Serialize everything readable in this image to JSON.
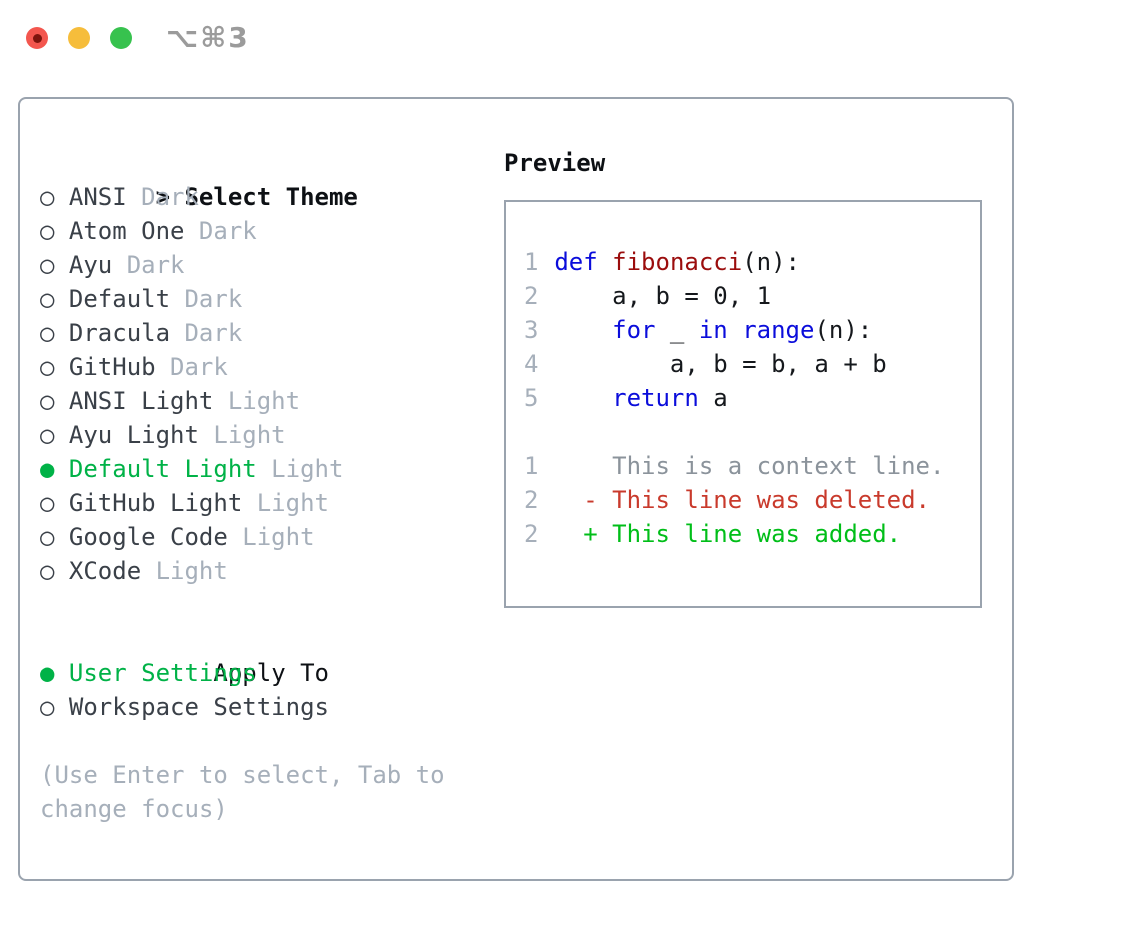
{
  "titlebar": {
    "shortcut": "⌥⌘3"
  },
  "icons": {
    "radio_unselected": "○",
    "radio_selected": "●",
    "focus_caret": ">"
  },
  "theme_list": {
    "header_marker": ">",
    "header": "Select Theme",
    "items": [
      {
        "name": "ANSI",
        "variant": "Dark",
        "selected": false
      },
      {
        "name": "Atom One",
        "variant": "Dark",
        "selected": false
      },
      {
        "name": "Ayu",
        "variant": "Dark",
        "selected": false
      },
      {
        "name": "Default",
        "variant": "Dark",
        "selected": false
      },
      {
        "name": "Dracula",
        "variant": "Dark",
        "selected": false
      },
      {
        "name": "GitHub",
        "variant": "Dark",
        "selected": false
      },
      {
        "name": "ANSI Light",
        "variant": "Light",
        "selected": false
      },
      {
        "name": "Ayu Light",
        "variant": "Light",
        "selected": false
      },
      {
        "name": "Default Light",
        "variant": "Light",
        "selected": true
      },
      {
        "name": "GitHub Light",
        "variant": "Light",
        "selected": false
      },
      {
        "name": "Google Code",
        "variant": "Light",
        "selected": false
      },
      {
        "name": "XCode",
        "variant": "Light",
        "selected": false
      }
    ]
  },
  "apply_to": {
    "header": "Apply To",
    "options": [
      {
        "label": "User Settings",
        "selected": true
      },
      {
        "label": "Workspace Settings",
        "selected": false
      }
    ]
  },
  "help_text": "(Use Enter to select, Tab to change focus)",
  "preview": {
    "header": "Preview",
    "lines": [
      {
        "num": "1",
        "tokens": [
          [
            "kw",
            "def"
          ],
          [
            "plain",
            " "
          ],
          [
            "fn",
            "fibonacci"
          ],
          [
            "plain",
            "(n):"
          ]
        ]
      },
      {
        "num": "2",
        "tokens": [
          [
            "plain",
            "    a, b = 0, 1"
          ]
        ]
      },
      {
        "num": "3",
        "tokens": [
          [
            "plain",
            "    "
          ],
          [
            "kw",
            "for"
          ],
          [
            "plain",
            " _ "
          ],
          [
            "kw",
            "in"
          ],
          [
            "plain",
            " "
          ],
          [
            "kw",
            "range"
          ],
          [
            "plain",
            "(n):"
          ]
        ]
      },
      {
        "num": "4",
        "tokens": [
          [
            "plain",
            "        a, b = b, a + b"
          ]
        ]
      },
      {
        "num": "5",
        "tokens": [
          [
            "plain",
            "    "
          ],
          [
            "kw",
            "return"
          ],
          [
            "plain",
            " a"
          ]
        ]
      },
      {
        "num": "",
        "tokens": []
      },
      {
        "num": "1",
        "tokens": [
          [
            "ctx",
            "    This is a context line."
          ]
        ]
      },
      {
        "num": "2",
        "tokens": [
          [
            "del",
            "  - This line was deleted."
          ]
        ]
      },
      {
        "num": "2",
        "tokens": [
          [
            "add",
            "  + This line was added."
          ]
        ]
      }
    ]
  },
  "colors": {
    "border": "#9aa3ae",
    "header_black": "#0d1014",
    "text_dark": "#3a4048",
    "muted": "#a6afba",
    "accent_green": "#00b247",
    "keyword_blue": "#0b0ddb",
    "function_red": "#9b0d0d",
    "code_plain": "#15181c",
    "context_gray": "#8b939b",
    "deleted_red": "#c93a2c",
    "added_green": "#00be18",
    "traffic_red": "#f3564e",
    "traffic_red_dot": "#7d140d",
    "traffic_yellow": "#f6bd3b",
    "traffic_green": "#37c24e",
    "title_gray": "#9b9b9b"
  }
}
